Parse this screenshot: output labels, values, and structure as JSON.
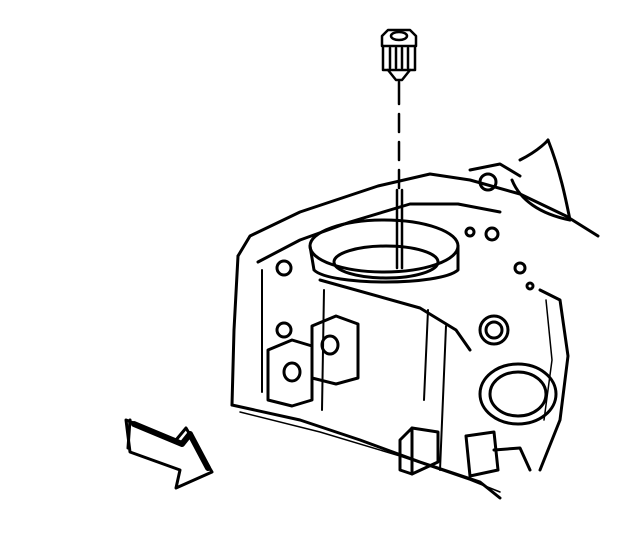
{
  "diagram": {
    "ink_color": "#000000",
    "paper_color": "#ffffff",
    "parts": {
      "fitting": "fitting",
      "tube": "tube",
      "housing": "housing",
      "bore": "bore",
      "direction_arrow": "arrow"
    }
  }
}
